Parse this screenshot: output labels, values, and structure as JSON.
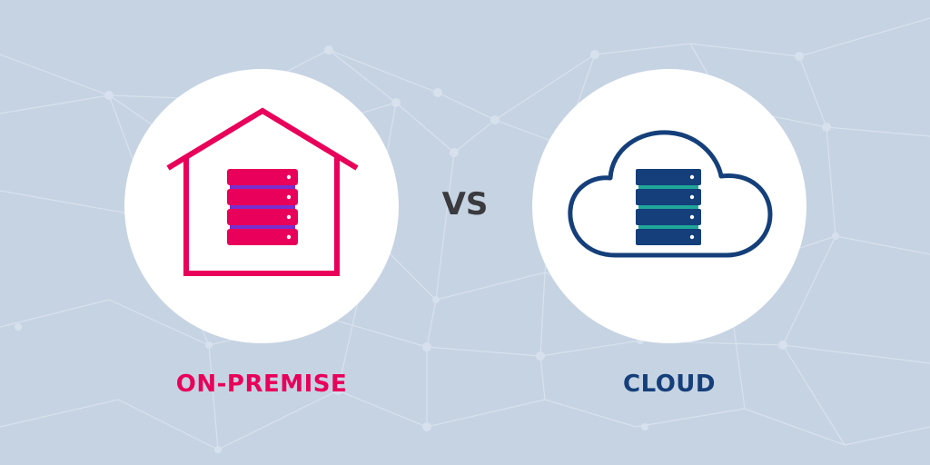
{
  "colors": {
    "background": "#c6d3e3",
    "network": "#dbe4ef",
    "on_premise_accent": "#e8005a",
    "on_premise_stripe": "#7a2ecf",
    "cloud_accent": "#143f7a",
    "cloud_stripe": "#1fa79a",
    "vs_text": "#3a3a3f"
  },
  "icons": {
    "left": "house-server-icon",
    "right": "cloud-server-icon"
  },
  "labels": {
    "left": "ON-PREMISE",
    "vs": "VS",
    "right": "CLOUD"
  }
}
